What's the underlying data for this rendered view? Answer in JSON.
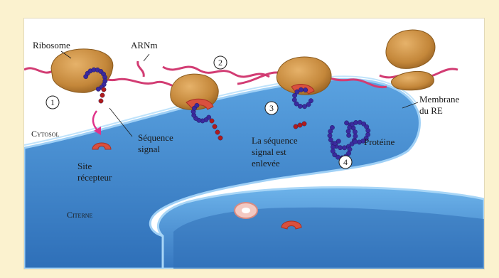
{
  "labels": {
    "ribosome": "Ribosome",
    "mrna": "ARNm",
    "cytosol": "Cytosol",
    "signal_sequence": [
      "Séquence",
      "signal"
    ],
    "receptor_site": [
      "Site",
      "récepteur"
    ],
    "er_membrane": [
      "Membrane",
      "du RE"
    ],
    "signal_removed": [
      "La séquence",
      "signal est",
      "enlevée"
    ],
    "protein": "Protéine",
    "cisterna": "Citerne"
  },
  "steps": [
    "1",
    "2",
    "3",
    "4"
  ],
  "colors": {
    "page_background": "#fbf2cf",
    "membrane_blue": "#4a8fd0",
    "lumen_blue": "#3f86cf",
    "ribosome_tan": "#c98f3c",
    "mrna_pink": "#d23c73",
    "protein_purple": "#3a2a9e",
    "signal_red": "#b01c1c",
    "receptor_red": "#d9503e"
  }
}
